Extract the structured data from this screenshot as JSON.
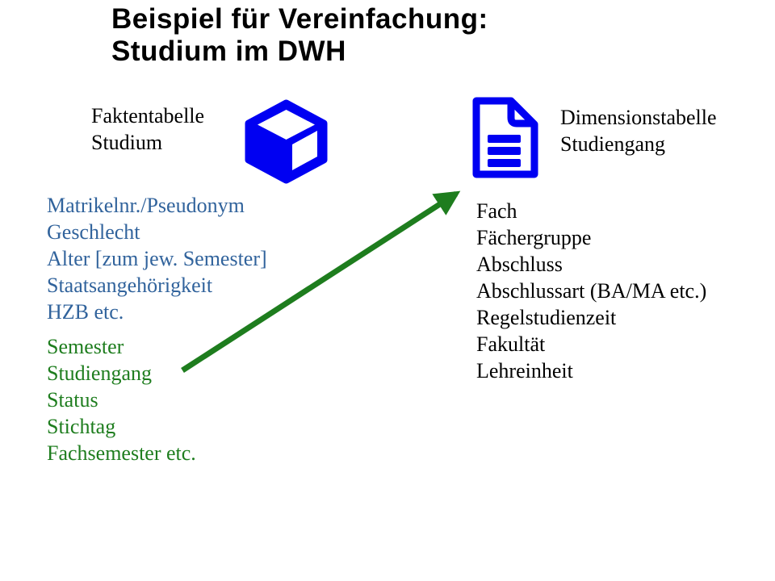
{
  "title": {
    "line1": "Beispiel für Vereinfachung:",
    "line2": "Studium im DWH"
  },
  "fact_table": {
    "label_line1": "Faktentabelle",
    "label_line2": "Studium",
    "icon": "cube-icon",
    "blue_attributes": [
      "Matrikelnr./Pseudonym",
      "Geschlecht",
      "Alter [zum jew. Semester]",
      "Staatsangehörigkeit",
      "HZB etc."
    ],
    "green_attributes": [
      "Semester",
      "Studiengang",
      "Status",
      "Stichtag",
      "Fachsemester etc."
    ]
  },
  "dimension_table": {
    "label_line1": "Dimensionstabelle",
    "label_line2": "Studiengang",
    "icon": "document-icon",
    "attributes": [
      "Fach",
      "Fächergruppe",
      "Abschluss",
      "Abschlussart (BA/MA etc.)",
      "Regelstudienzeit",
      "Fakultät",
      "Lehreinheit"
    ]
  },
  "arrow": {
    "from_label": "Studiengang",
    "to_label": "Dimensionstabelle Studiengang"
  },
  "colors": {
    "icon_blue": "#0000F2",
    "blue_text": "#31639C",
    "green": "#1E7D1E",
    "black_text": "#000000"
  }
}
